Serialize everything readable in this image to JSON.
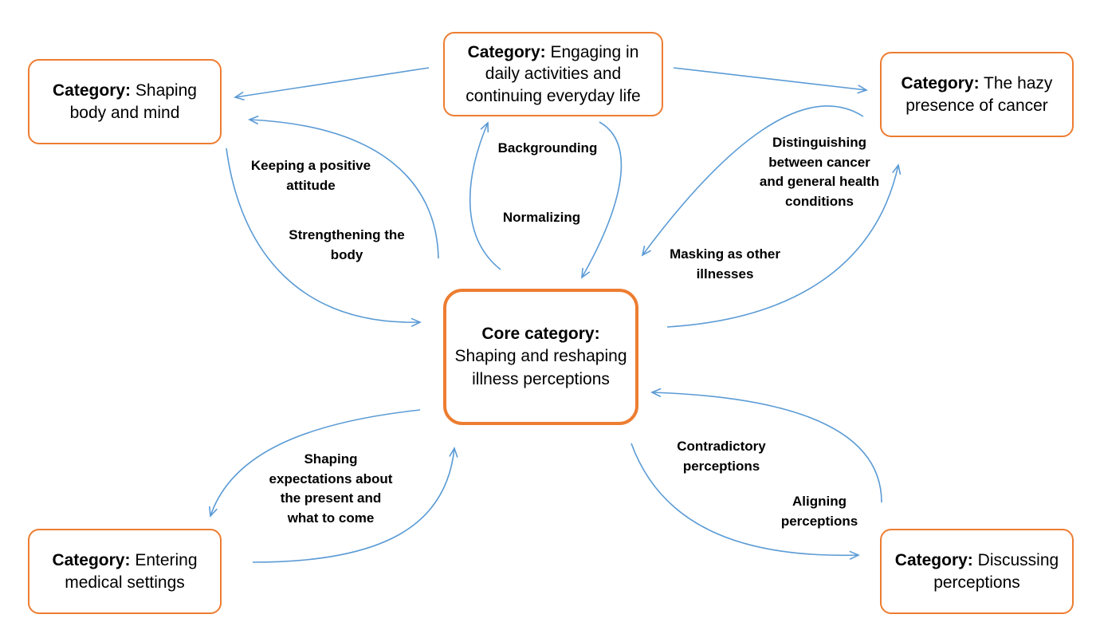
{
  "colors": {
    "box_border": "#ed7d31",
    "arrow": "#5b9bd5"
  },
  "core": {
    "label": "Core category:",
    "text": "Shaping and reshaping illness perceptions"
  },
  "categories": {
    "shaping_body_mind": {
      "label": "Category:",
      "text": "Shaping body and mind"
    },
    "engaging_daily": {
      "label": "Category:",
      "text": "Engaging in daily activities and continuing everyday life"
    },
    "hazy_presence": {
      "label": "Category:",
      "text": "The hazy presence of cancer"
    },
    "entering_medical": {
      "label": "Category:",
      "text": "Entering medical settings"
    },
    "discussing": {
      "label": "Category:",
      "text": "Discussing perceptions"
    }
  },
  "edge_labels": {
    "keeping_positive": "Keeping a positive\nattitude",
    "strengthening_body": "Strengthening the\nbody",
    "backgrounding": "Backgrounding",
    "normalizing": "Normalizing",
    "distinguishing": "Distinguishing\nbetween cancer\nand general health\nconditions",
    "masking": "Masking as other\nillnesses",
    "shaping_expectations": "Shaping\nexpectations about\nthe present and\nwhat to come",
    "contradictory": "Contradictory\nperceptions",
    "aligning": "Aligning\nperceptions"
  }
}
